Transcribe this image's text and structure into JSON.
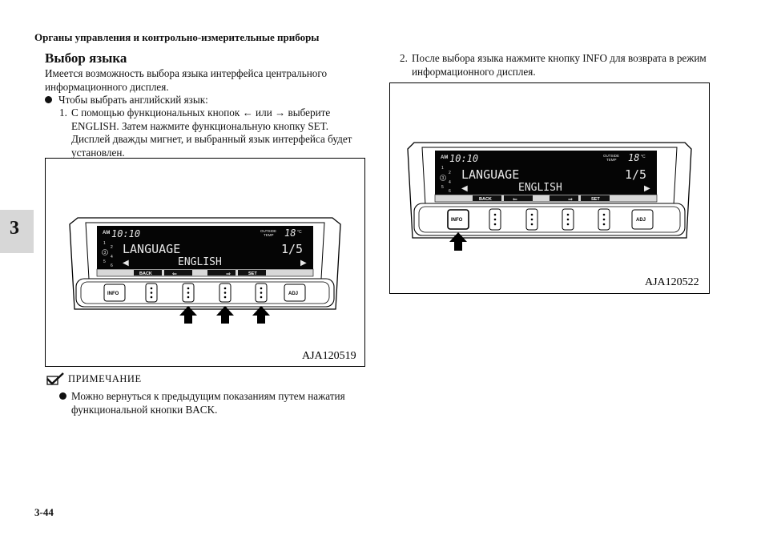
{
  "header": "Органы управления и контрольно-измерительные приборы",
  "chapter_tab": "3",
  "section_title": "Выбор языка",
  "intro": "Имеется возможность выбора языка интерфейса центрального информационного дисплея.",
  "bullet1": "Чтобы выбрать английский язык:",
  "step1_num": "1.",
  "step1_text": "С помощью функциональных кнопок ← или → выберите ENGLISH. Затем нажмите функциональную кнопку SET. Дисплей дважды мигнет, и выбранный язык интерфейса будет установлен.",
  "note_label": "ПРИМЕЧАНИЕ",
  "note_text": "Можно вернуться к предыдущим показаниям путем нажатия функциональной кнопки BACK.",
  "step2_num": "2.",
  "step2_text": "После выбора языка нажмите кнопку INFO для возврата в режим информационного дисплея.",
  "page_number": "3-44",
  "figures": [
    {
      "code": "AJA120519",
      "highlight": "function-buttons"
    },
    {
      "code": "AJA120522",
      "highlight": "info-button"
    }
  ],
  "display": {
    "am": "AM",
    "time": "10:10",
    "outside_temp_label1": "OUTSIDE",
    "outside_temp_label2": "TEMP",
    "temp": "18",
    "unit": "°C",
    "line1": "LANGUAGE",
    "page": "1/5",
    "line2": "ENGLISH",
    "left_arrow": "◀",
    "right_arrow": "▶",
    "back": "BACK",
    "back_arrow": "⇐",
    "fwd_arrow": "⇒",
    "set": "SET",
    "num1": "1",
    "num2": "2",
    "num3": "3",
    "num4": "4",
    "num5": "5",
    "num6": "6",
    "info_button": "INFO",
    "adj_button": "ADJ"
  }
}
